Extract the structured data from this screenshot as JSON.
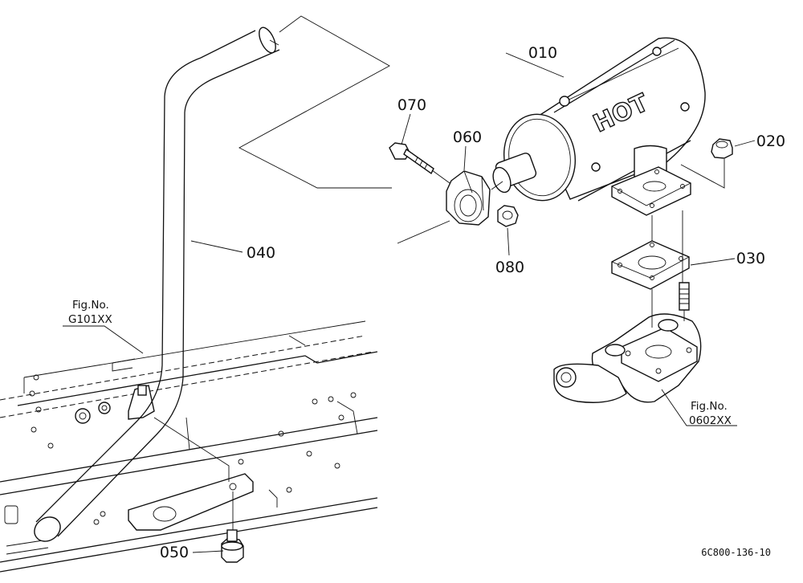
{
  "parts": [
    {
      "key": "p010",
      "label": "010"
    },
    {
      "key": "p020",
      "label": "020"
    },
    {
      "key": "p030",
      "label": "030"
    },
    {
      "key": "p040",
      "label": "040"
    },
    {
      "key": "p050",
      "label": "050"
    },
    {
      "key": "p060",
      "label": "060"
    },
    {
      "key": "p070",
      "label": "070"
    },
    {
      "key": "p080",
      "label": "080"
    }
  ],
  "muffler_text": "HOT",
  "refs": {
    "frame": {
      "line1": "Fig.No.",
      "line2": "G101XX"
    },
    "manifold": {
      "line1": "Fig.No.",
      "line2": "0602XX"
    }
  },
  "drawing_code": "6C800-136-10"
}
